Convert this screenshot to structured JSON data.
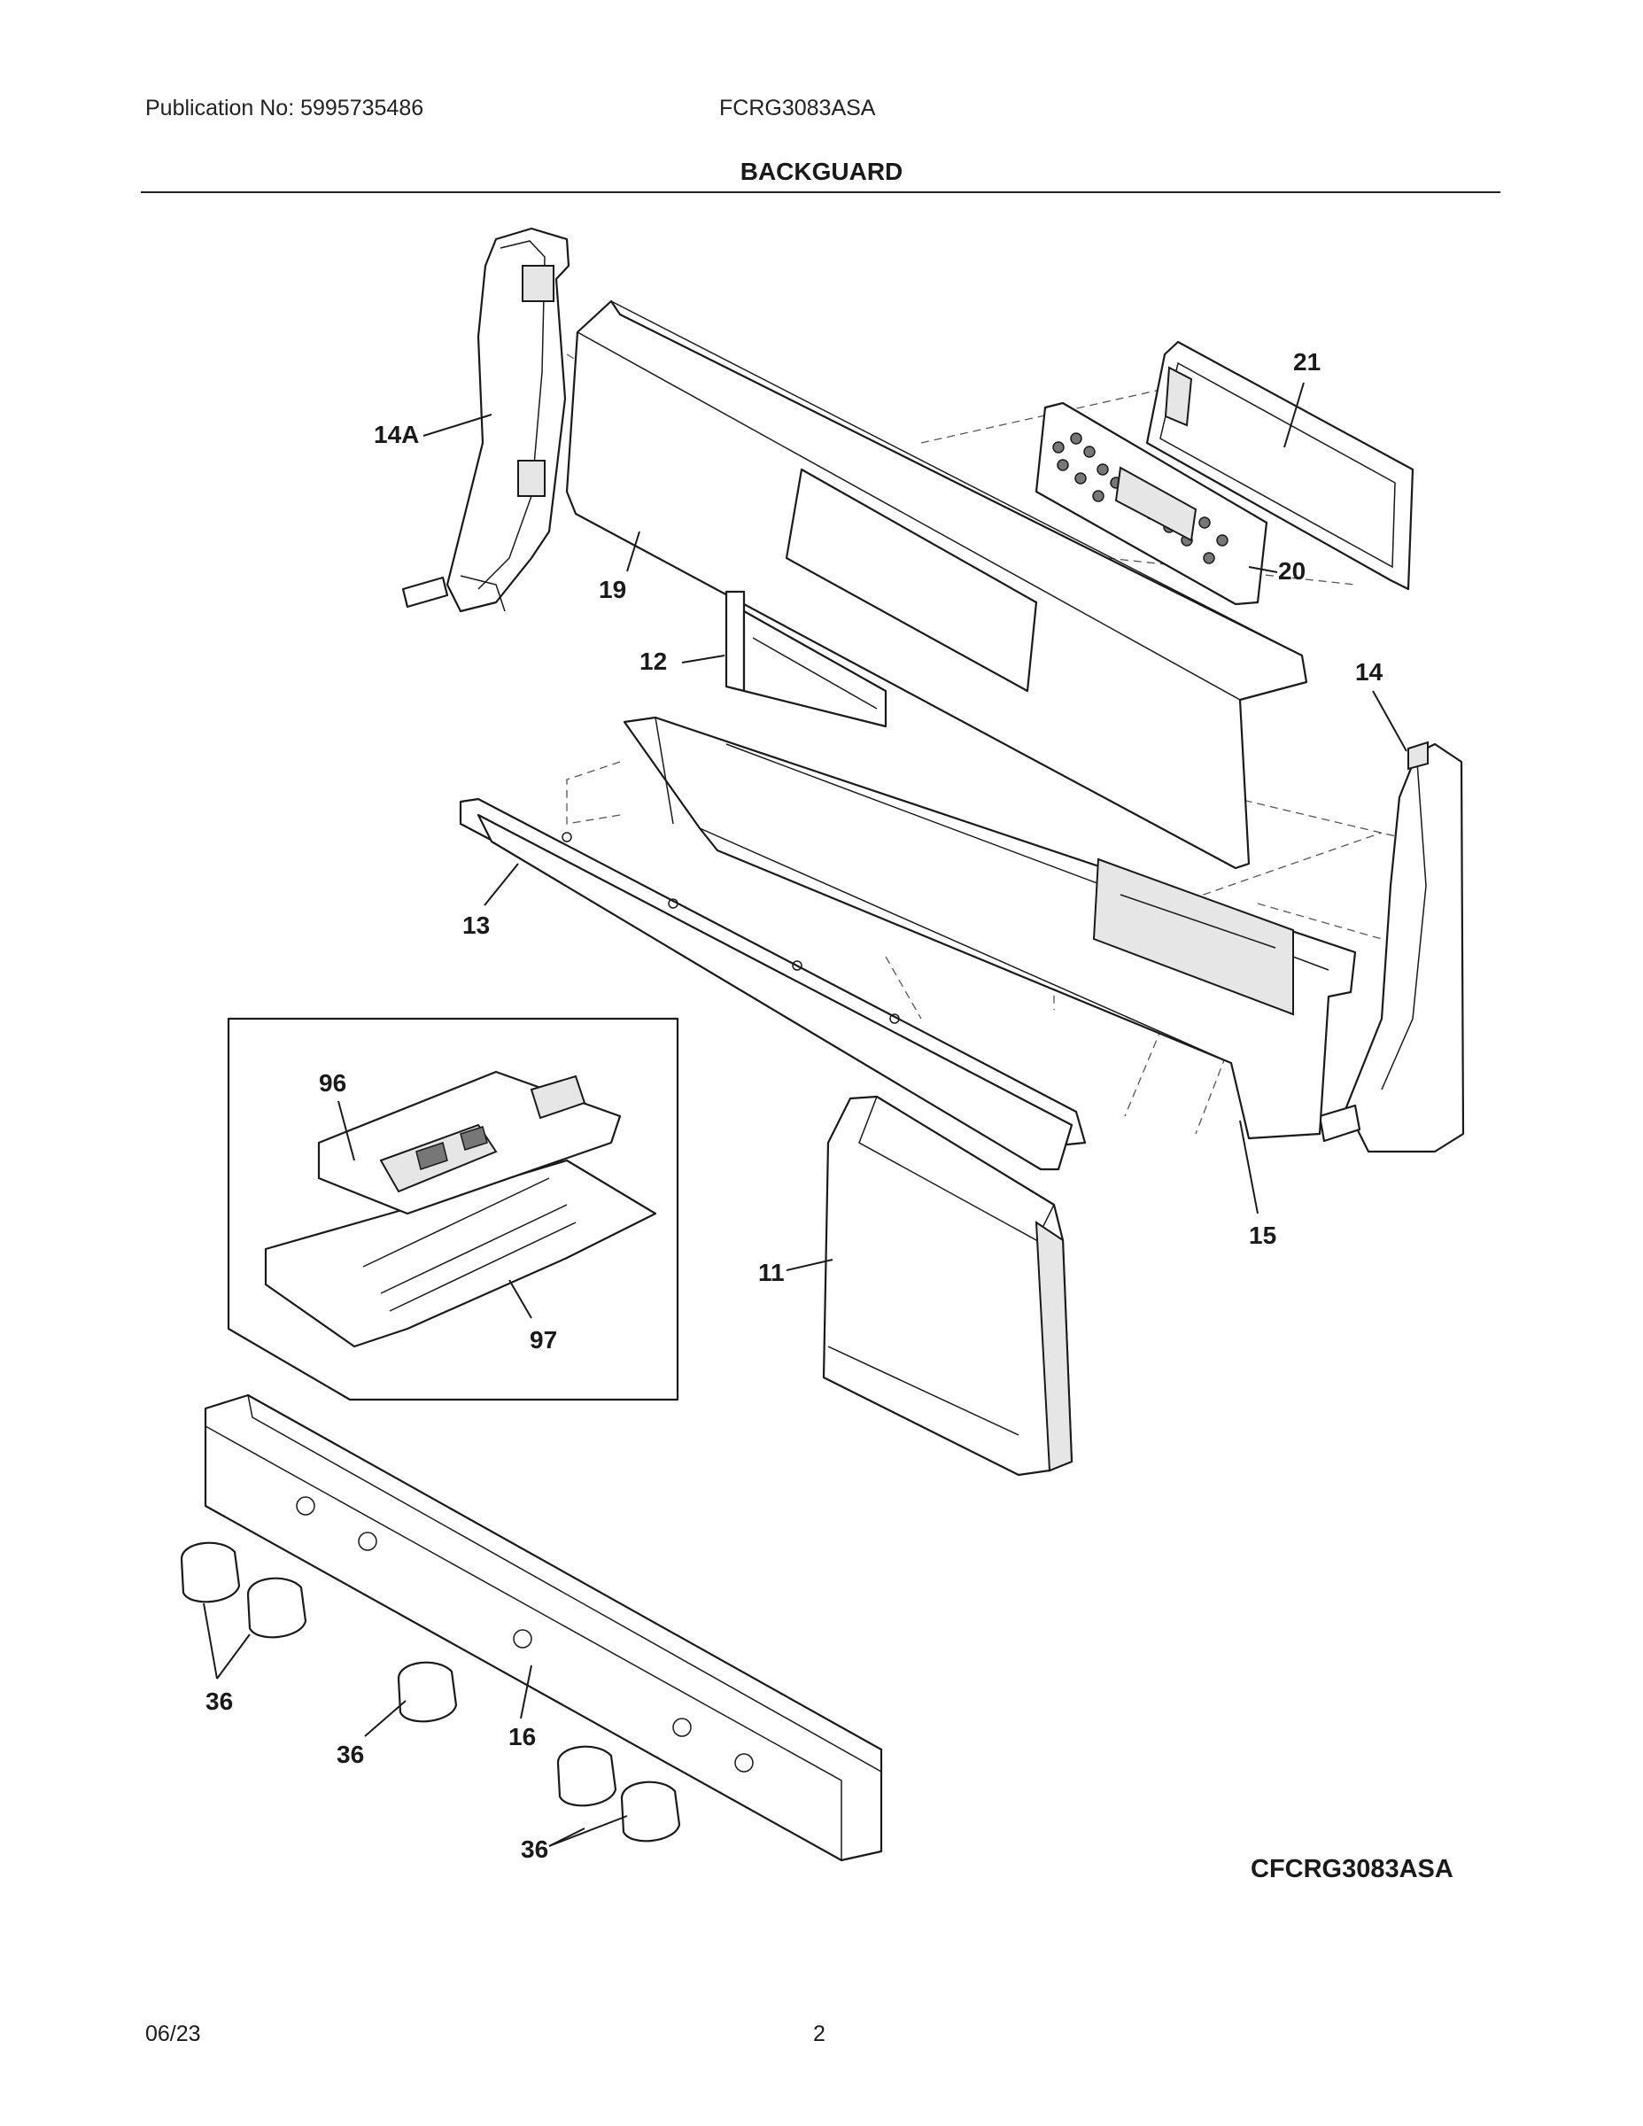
{
  "header": {
    "publication": "Publication No:  5995735486",
    "model": "FCRG3083ASA"
  },
  "section_title": "BACKGUARD",
  "diagram_code": "CFCRG3083ASA",
  "callouts": {
    "c14a": "14A",
    "c19": "19",
    "c21": "21",
    "c20": "20",
    "c12": "12",
    "c14": "14",
    "c13": "13",
    "c96": "96",
    "c97": "97",
    "c11": "11",
    "c15": "15",
    "c36a": "36",
    "c36b": "36",
    "c36c": "36",
    "c16": "16"
  },
  "footer": {
    "date": "06/23",
    "page": "2"
  }
}
